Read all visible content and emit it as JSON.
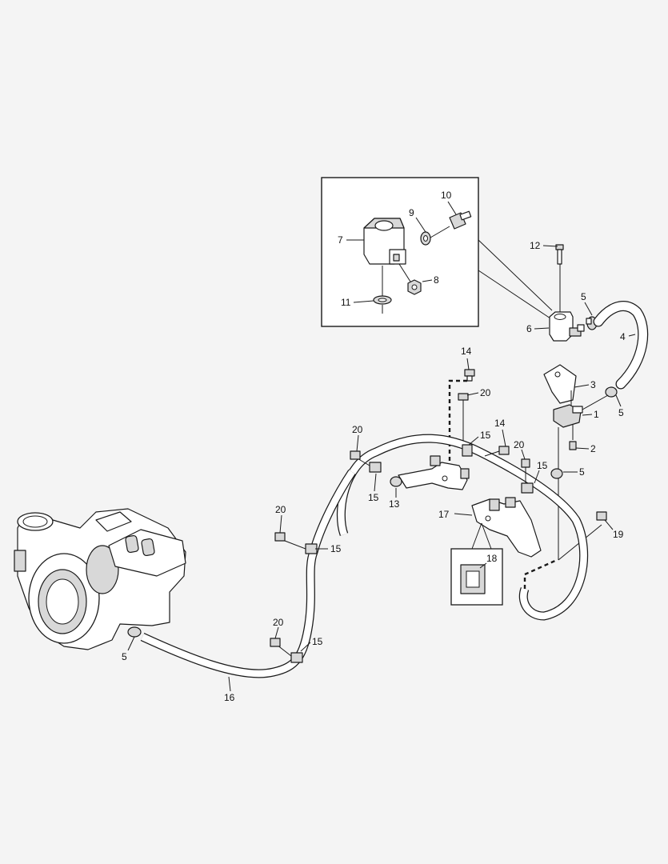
{
  "callouts": [
    {
      "id": "c1",
      "text": "1"
    },
    {
      "id": "c2",
      "text": "2"
    },
    {
      "id": "c3",
      "text": "3"
    },
    {
      "id": "c4",
      "text": "4"
    },
    {
      "id": "c5a",
      "text": "5"
    },
    {
      "id": "c5b",
      "text": "5"
    },
    {
      "id": "c5c",
      "text": "5"
    },
    {
      "id": "c5d",
      "text": "5"
    },
    {
      "id": "c6",
      "text": "6"
    },
    {
      "id": "c7",
      "text": "7"
    },
    {
      "id": "c8",
      "text": "8"
    },
    {
      "id": "c9",
      "text": "9"
    },
    {
      "id": "c10",
      "text": "10"
    },
    {
      "id": "c11",
      "text": "11"
    },
    {
      "id": "c12",
      "text": "12"
    },
    {
      "id": "c13",
      "text": "13"
    },
    {
      "id": "c14a",
      "text": "14"
    },
    {
      "id": "c14b",
      "text": "14"
    },
    {
      "id": "c15a",
      "text": "15"
    },
    {
      "id": "c15b",
      "text": "15"
    },
    {
      "id": "c15c",
      "text": "15"
    },
    {
      "id": "c15d",
      "text": "15"
    },
    {
      "id": "c15e",
      "text": "15"
    },
    {
      "id": "c16",
      "text": "16"
    },
    {
      "id": "c17",
      "text": "17"
    },
    {
      "id": "c18",
      "text": "18"
    },
    {
      "id": "c19",
      "text": "19"
    },
    {
      "id": "c20a",
      "text": "20"
    },
    {
      "id": "c20b",
      "text": "20"
    },
    {
      "id": "c20c",
      "text": "20"
    },
    {
      "id": "c20d",
      "text": "20"
    },
    {
      "id": "c20e",
      "text": "20"
    }
  ]
}
